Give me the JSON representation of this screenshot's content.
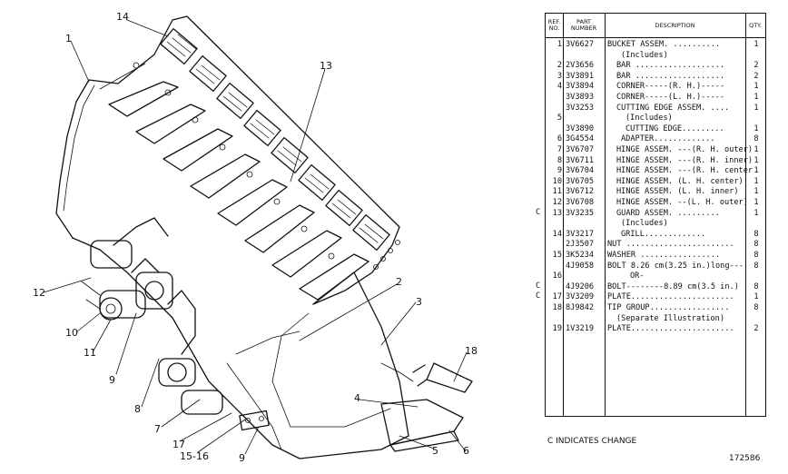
{
  "callouts": [
    "14",
    "1",
    "13",
    "12",
    "10",
    "11",
    "9",
    "8",
    "7",
    "17",
    "15-16",
    "9",
    "2",
    "3",
    "18",
    "4",
    "5",
    "6"
  ],
  "table": {
    "headers": [
      "REF. NO.",
      "PART NUMBER",
      "DESCRIPTION",
      "QTY."
    ],
    "rows": [
      {
        "ref": "1",
        "pn": "3V6627",
        "desc": "BUCKET ASSEM.  ..........",
        "qty": "1",
        "indent": 0,
        "c": ""
      },
      {
        "ref": "",
        "pn": "",
        "desc": "(Includes)",
        "qty": "",
        "indent": 3,
        "c": ""
      },
      {
        "ref": "2",
        "pn": "2V3656",
        "desc": "BAR ...................",
        "qty": "2",
        "indent": 2,
        "c": ""
      },
      {
        "ref": "3",
        "pn": "3V3891",
        "desc": "BAR ...................",
        "qty": "2",
        "indent": 2,
        "c": ""
      },
      {
        "ref": "4",
        "pn": "3V3894",
        "desc": "CORNER-----(R. H.)-----",
        "qty": "1",
        "indent": 2,
        "c": ""
      },
      {
        "ref": "",
        "pn": "3V3893",
        "desc": "CORNER-----(L. H.)-----",
        "qty": "1",
        "indent": 2,
        "c": ""
      },
      {
        "ref": "",
        "pn": "3V3253",
        "desc": "CUTTING EDGE ASSEM. ....",
        "qty": "1",
        "indent": 2,
        "c": ""
      },
      {
        "ref": "5",
        "pn": "",
        "desc": "(Includes)",
        "qty": "",
        "indent": 4,
        "c": ""
      },
      {
        "ref": "",
        "pn": "3V3890",
        "desc": "CUTTING EDGE.........",
        "qty": "1",
        "indent": 4,
        "c": ""
      },
      {
        "ref": "6",
        "pn": "3G4554",
        "desc": "ADAPTER.............",
        "qty": "8",
        "indent": 3,
        "c": ""
      },
      {
        "ref": "7",
        "pn": "3V6707",
        "desc": "HINGE ASSEM. ---(R. H. outer)",
        "qty": "1",
        "indent": 2,
        "c": ""
      },
      {
        "ref": "8",
        "pn": "3V6711",
        "desc": "HINGE ASSEM. ---(R. H. inner)",
        "qty": "1",
        "indent": 2,
        "c": ""
      },
      {
        "ref": "9",
        "pn": "3V6704",
        "desc": "HINGE ASSEM. ---(R. H. center)",
        "qty": "1",
        "indent": 2,
        "c": ""
      },
      {
        "ref": "10",
        "pn": "3V6705",
        "desc": "HINGE ASSEM.  (L. H. center)",
        "qty": "1",
        "indent": 2,
        "c": ""
      },
      {
        "ref": "11",
        "pn": "3V6712",
        "desc": "HINGE ASSEM.  (L. H. inner)",
        "qty": "1",
        "indent": 2,
        "c": ""
      },
      {
        "ref": "12",
        "pn": "3V6708",
        "desc": "HINGE ASSEM. --(L. H. outer)",
        "qty": "1",
        "indent": 2,
        "c": ""
      },
      {
        "ref": "13",
        "pn": "3V3235",
        "desc": "GUARD ASSEM. .........",
        "qty": "1",
        "indent": 2,
        "c": "C"
      },
      {
        "ref": "",
        "pn": "",
        "desc": "(Includes)",
        "qty": "",
        "indent": 3,
        "c": ""
      },
      {
        "ref": "14",
        "pn": "3V3217",
        "desc": "GRILL.............",
        "qty": "8",
        "indent": 3,
        "c": ""
      },
      {
        "ref": "",
        "pn": "2J3507",
        "desc": "NUT .......................",
        "qty": "8",
        "indent": 0,
        "c": ""
      },
      {
        "ref": "15",
        "pn": "3K5234",
        "desc": "WASHER  .................",
        "qty": "8",
        "indent": 0,
        "c": ""
      },
      {
        "ref": "",
        "pn": "4J9058",
        "desc": "BOLT   8.26 cm(3.25 in.)long---",
        "qty": "8",
        "indent": 0,
        "c": ""
      },
      {
        "ref": "16",
        "pn": "",
        "desc": "OR-",
        "qty": "",
        "indent": 5,
        "c": ""
      },
      {
        "ref": "",
        "pn": "4J9206",
        "desc": "BOLT--------8.89 cm(3.5 in.) long---",
        "qty": "8",
        "indent": 0,
        "c": "C"
      },
      {
        "ref": "17",
        "pn": "3V3209",
        "desc": "PLATE......................",
        "qty": "1",
        "indent": 0,
        "c": "C"
      },
      {
        "ref": "18",
        "pn": "8J9842",
        "desc": "TIP GROUP.................",
        "qty": "8",
        "indent": 0,
        "c": ""
      },
      {
        "ref": "",
        "pn": "",
        "desc": "(Separate Illustration)",
        "qty": "",
        "indent": 2,
        "c": ""
      },
      {
        "ref": "19",
        "pn": "1V3219",
        "desc": "PLATE......................",
        "qty": "2",
        "indent": 0,
        "c": ""
      }
    ]
  },
  "footnote": "C  INDICATES CHANGE",
  "drawing_number": "172586"
}
